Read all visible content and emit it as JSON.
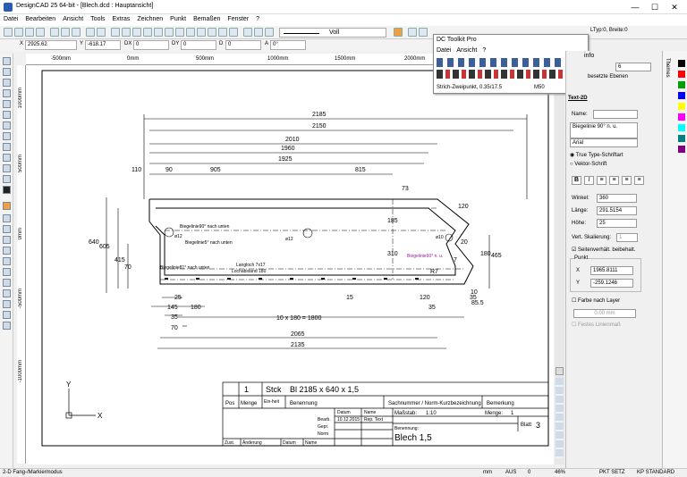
{
  "window": {
    "title": "DesignCAD 25 64-bit - [Blech.dcd : Hauptansicht]",
    "minimize": "—",
    "maximize": "☐",
    "close": "✕"
  },
  "menu": [
    "Datei",
    "Bearbeiten",
    "Ansicht",
    "Tools",
    "Extras",
    "Zeichnen",
    "Punkt",
    "Bemaßen",
    "Fenster",
    "?"
  ],
  "toolbar": {
    "linestyle": "Voll",
    "layer_label": "LTyp:0, Breite:0"
  },
  "coords": {
    "x_label": "X",
    "x": "2925.62",
    "y_label": "Y",
    "y": "-618.17",
    "dx_label": "DX",
    "dx": "0",
    "dy_label": "DY",
    "dy": "0",
    "d_label": "D",
    "d": "0",
    "a_label": "A",
    "a": "0°"
  },
  "ruler": {
    "h": [
      "-500mm",
      "0mm",
      "500mm",
      "1000mm",
      "1500mm",
      "2000mm"
    ],
    "v": [
      "1000mm",
      "500mm",
      "0mm",
      "-500mm",
      "-1000mm"
    ]
  },
  "popup": {
    "title": "DC Toolkit Pro",
    "menu": [
      "Datei",
      "Ansicht",
      "?"
    ],
    "status": "Strich-Zweipunkt, 0.35/17.5",
    "status2": "M50"
  },
  "panel": {
    "header": "info",
    "themes": "Themes",
    "layer_num": "6",
    "layers_label": "besetzte Ebenen",
    "tab": "Text-2D",
    "name_label": "Name:",
    "name_value": "Biegelinie 90° n. u.",
    "font": "Arial",
    "truetype": "True Type-Schriftart",
    "vector": "Vektor-Schrift",
    "winkel_label": "Winkel:",
    "winkel": "360",
    "laenge_label": "Länge:",
    "laenge": "291.5154",
    "hoehe_label": "Höhe:",
    "hoehe": "25",
    "vert_label": "Vert. Skalierung:",
    "vert": "1",
    "aspect": "Seitenverhält. beibehalt.",
    "punkt": "Punkt",
    "px_label": "X",
    "px": "1965.8111",
    "py_label": "Y",
    "py": "-259.1246",
    "farbe": "Farbe nach Layer",
    "linewidth": "0.00 mm",
    "festes": "Festes Linienmaß"
  },
  "colors": [
    "#000000",
    "#ff0000",
    "#00a000",
    "#0000ff",
    "#ffff00",
    "#ff00ff",
    "#00ffff",
    "#008080",
    "#800080"
  ],
  "status": {
    "mode": "2-D Fang-/Markiermodus",
    "unit": "mm",
    "aus": "AUS",
    "zero": "0",
    "zoom": "46%",
    "pkt": "PKT SETZ",
    "kp": "KP STANDARD"
  },
  "drawing": {
    "dims": [
      "2185",
      "2150",
      "2010",
      "1960",
      "1925",
      "110",
      "90",
      "905",
      "815",
      "73",
      "120",
      "640",
      "605",
      "415",
      "70",
      "185",
      "310",
      "180",
      "465",
      "25",
      "145",
      "180",
      "35",
      "10 x 180 = 1800",
      "35",
      "70",
      "2065",
      "2135",
      "120",
      "35",
      "10",
      "15",
      "20",
      "7",
      "R7",
      "85.5"
    ],
    "notes": [
      "Biegelinie90° nach unten",
      "Biegelinie5° nach unten",
      "Biegelinie81° nach unten",
      "Langloch 7x17",
      "Lochabstand 180",
      "Biegelinie90° n. u."
    ],
    "circles": [
      "ø12",
      "ø12",
      "ø10"
    ],
    "axes": {
      "y": "Y",
      "x": "X"
    }
  },
  "titleblock": {
    "qty": "1",
    "unit": "Stck",
    "desc": "Bl 2185 x 640 x 1,5",
    "h_pos": "Pos",
    "h_menge": "Menge",
    "h_einheit": "Ein-heit",
    "h_benennung": "Benennung",
    "h_sach": "Sachnummer / Norm-Kurzbezeichnung",
    "h_bemerkung": "Bemerkung",
    "datum": "Datum",
    "name": "Name",
    "massstab_label": "Maßstab:",
    "massstab": "1:10",
    "menge_label": "Menge:",
    "menge": "1",
    "bearb": "Bearb.",
    "bearb_date": "10.12.2015",
    "bearb_name": "Rep. Text",
    "gepr": "Gepr.",
    "norm": "Norm",
    "benennung_label": "Benennung:",
    "benennung": "Blech 1,5",
    "blatt_label": "Blatt",
    "blatt": "3",
    "zust": "Zust.",
    "aenderung": "Änderung",
    "datum2": "Datum",
    "name2": "Name"
  }
}
